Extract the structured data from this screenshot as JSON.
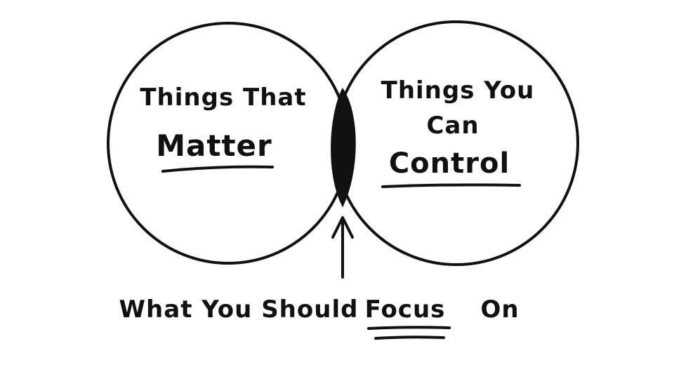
{
  "diagram": {
    "left_circle": {
      "line1": "Things That",
      "line2": "Matter"
    },
    "right_circle": {
      "line1": "Things You",
      "line2": "Can",
      "line3": "Control"
    },
    "caption": {
      "prefix": "What You Should",
      "emphasis": "Focus",
      "suffix": "On"
    }
  },
  "colors": {
    "ink": "#111111",
    "background": "#ffffff"
  }
}
